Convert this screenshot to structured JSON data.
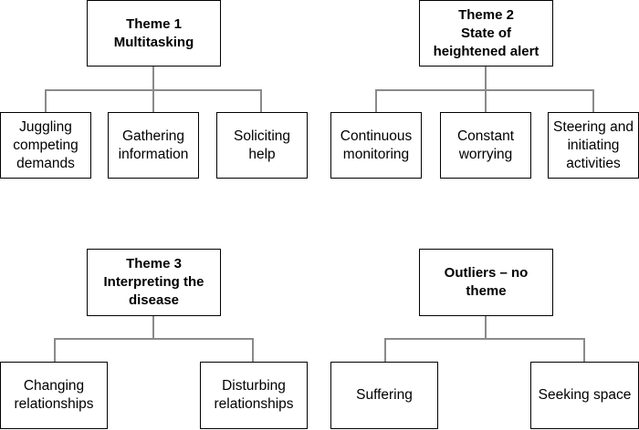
{
  "themes": [
    {
      "title": "Theme 1\nMultitasking",
      "children": [
        "Juggling\ncompeting\ndemands",
        "Gathering\ninformation",
        "Soliciting\nhelp"
      ]
    },
    {
      "title": "Theme 2\nState of\nheightened alert",
      "children": [
        "Continuous\nmonitoring",
        "Constant\nworrying",
        "Steering and\ninitiating\nactivities"
      ]
    },
    {
      "title": "Theme 3\nInterpreting the\ndisease",
      "children": [
        "Changing\nrelationships",
        "Disturbing\nrelationships"
      ]
    },
    {
      "title": "Outliers – no\ntheme",
      "children": [
        "Suffering",
        "Seeking space"
      ]
    }
  ]
}
